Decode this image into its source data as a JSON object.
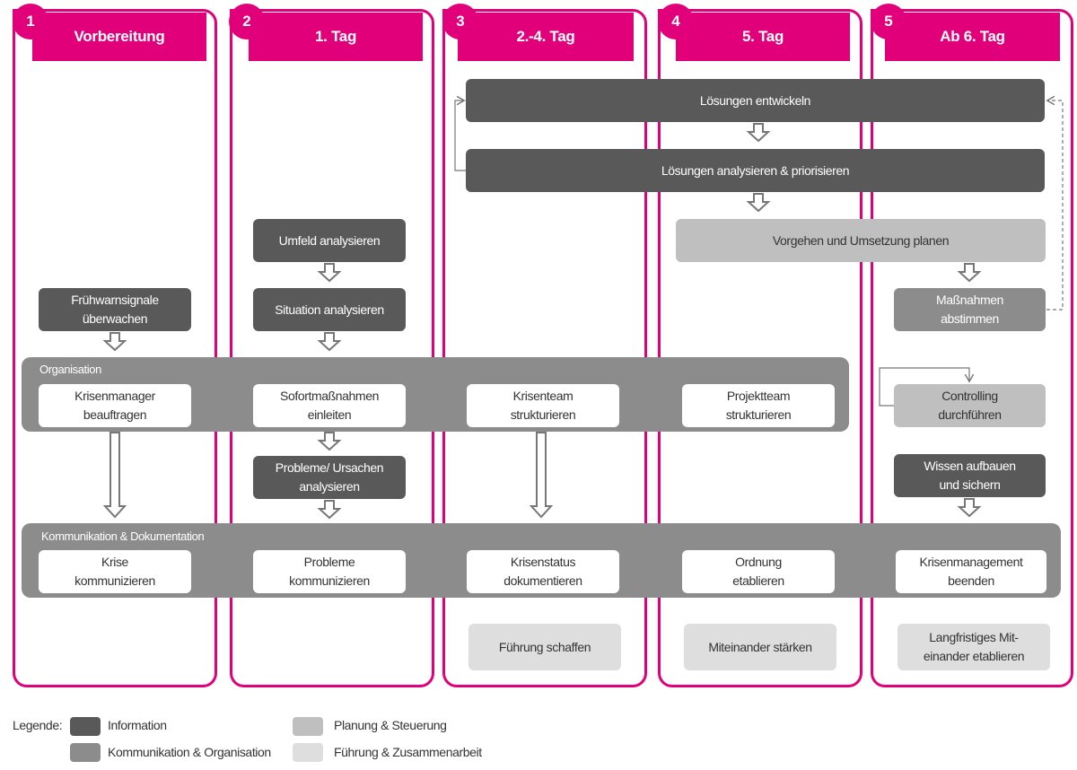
{
  "colors": {
    "accent": "#e2007a",
    "information": "#595959",
    "kommunikation": "#8c8c8c",
    "planung": "#bfbfbf",
    "fuehrung": "#dedede"
  },
  "phases": [
    {
      "num": "1",
      "title": "Vorbereitung"
    },
    {
      "num": "2",
      "title": "1. Tag"
    },
    {
      "num": "3",
      "title": "2.-4. Tag"
    },
    {
      "num": "4",
      "title": "5. Tag"
    },
    {
      "num": "5",
      "title": "Ab 6. Tag"
    }
  ],
  "steps": {
    "loesungen_entwickeln": "Lösungen entwickeln",
    "loesungen_analysieren": "Lösungen analysieren & priorisieren",
    "umfeld": "Umfeld analysieren",
    "situation": "Situation analysieren",
    "fruehwarn": "Frühwarnsignale\nüberwachen",
    "vorgehen": "Vorgehen und Umsetzung planen",
    "massnahmen": "Maßnahmen\nabstimmen",
    "controlling": "Controlling\ndurchführen",
    "probleme_ursachen": "Probleme/ Ursachen\nanalysieren",
    "wissen": "Wissen aufbauen\nund sichern"
  },
  "organisation": {
    "label": "Organisation",
    "items": [
      "Krisenmanager\nbeauftragen",
      "Sofortmaßnahmen\neinleiten",
      "Krisenteam\nstrukturieren",
      "Projektteam\nstrukturieren"
    ]
  },
  "kommunikation": {
    "label": "Kommunikation & Dokumentation",
    "items": [
      "Krise\nkommunizieren",
      "Probleme\nkommunizieren",
      "Krisenstatus\ndokumentieren",
      "Ordnung\netablieren",
      "Krisenmanagement\nbeenden"
    ]
  },
  "fuehrung": [
    "Führung schaffen",
    "Miteinander stärken",
    "Langfristiges Mit-\neinander etablieren"
  ],
  "legend": {
    "title": "Legende:",
    "information": "Information",
    "kommunikation": "Kommunikation & Organisation",
    "planung": "Planung & Steuerung",
    "fuehrung": "Führung & Zusammenarbeit"
  }
}
